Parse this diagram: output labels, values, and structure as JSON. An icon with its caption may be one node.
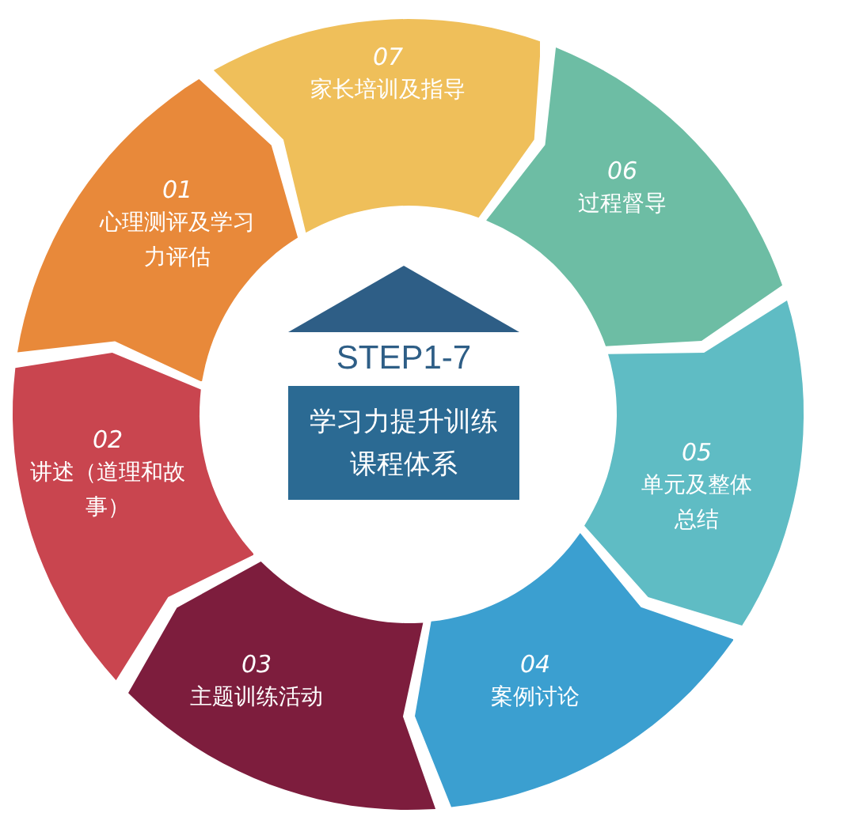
{
  "diagram": {
    "nodes": [
      {
        "text": [
          "STEP1-7",
          "学习力提升训练课程体系"
        ]
      },
      {
        "text": [
          "01",
          "心理测评及学习力评估"
        ]
      },
      {
        "text": [
          "02",
          "讲述（道理和故事）"
        ]
      },
      {
        "text": [
          "03",
          "主题训练活动"
        ]
      },
      {
        "text": [
          "04",
          "案例讨论"
        ]
      },
      {
        "text": [
          "05",
          "单元及整体总结"
        ]
      },
      {
        "text": [
          "06",
          "过程督导"
        ]
      },
      {
        "text": [
          "07",
          "家长培训及指导"
        ]
      }
    ]
  }
}
